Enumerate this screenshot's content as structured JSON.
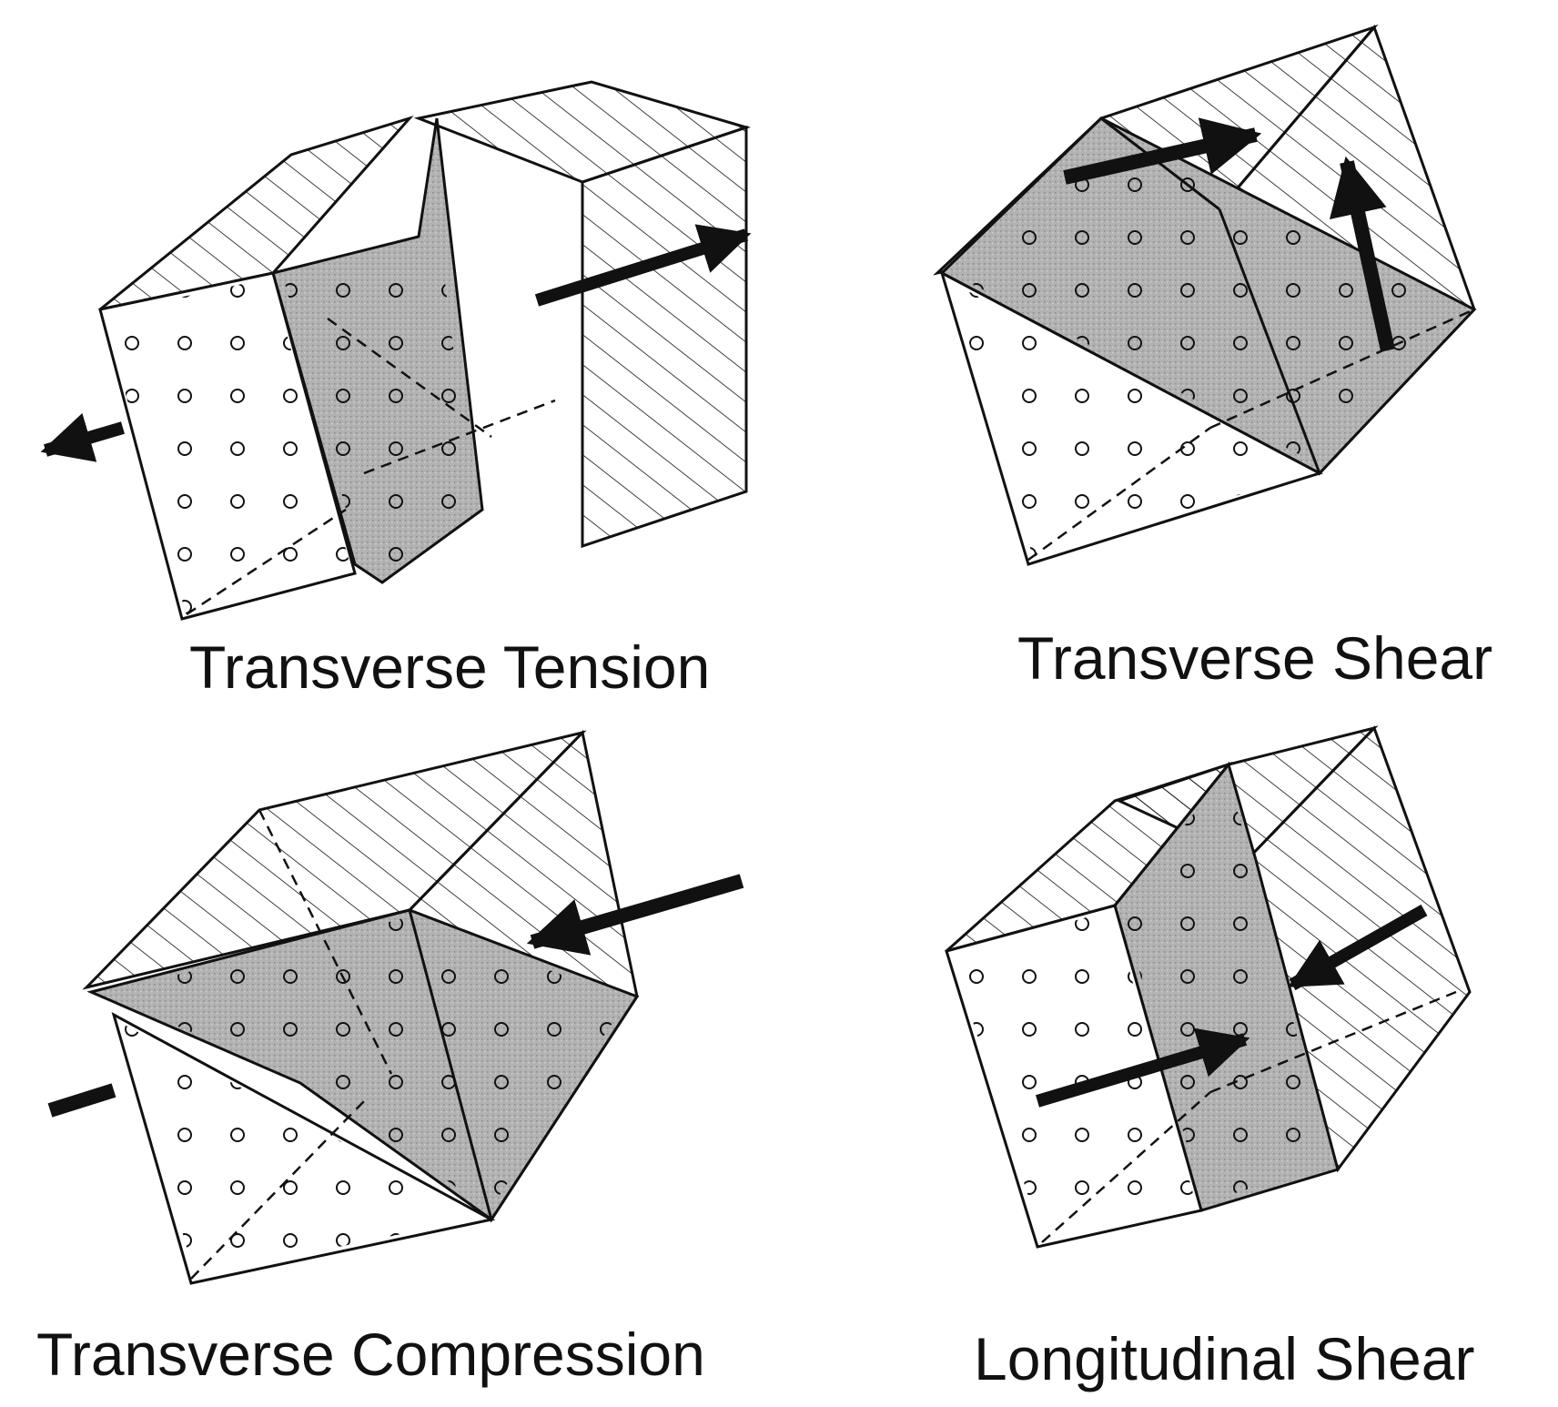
{
  "figure": {
    "panels": [
      {
        "caption": "Transverse Tension"
      },
      {
        "caption": "Transverse Shear"
      },
      {
        "caption": "Transverse Compression"
      },
      {
        "caption": "Longitudinal Shear"
      }
    ]
  },
  "colors": {
    "ink": "#111111",
    "fracture_fill": "#a9a9a9",
    "background": "#ffffff"
  }
}
